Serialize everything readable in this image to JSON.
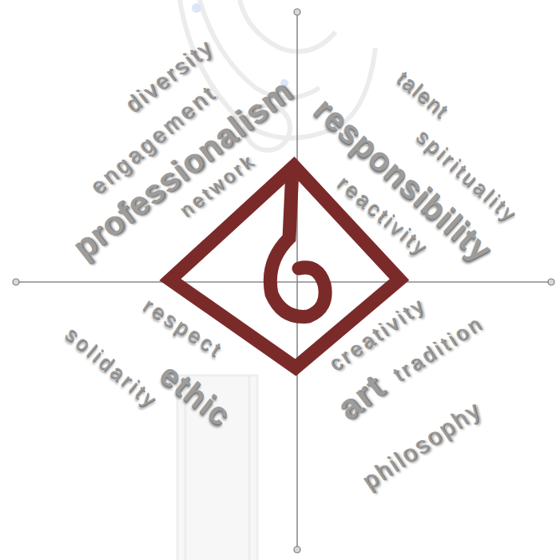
{
  "diagram": {
    "labels": [
      "diversity",
      "engagement",
      "professionalism",
      "network",
      "talent",
      "responsibility",
      "spirituality",
      "reactivity",
      "respect",
      "solidarity",
      "ethic",
      "creativity",
      "art",
      "tradition",
      "philosophy"
    ]
  }
}
